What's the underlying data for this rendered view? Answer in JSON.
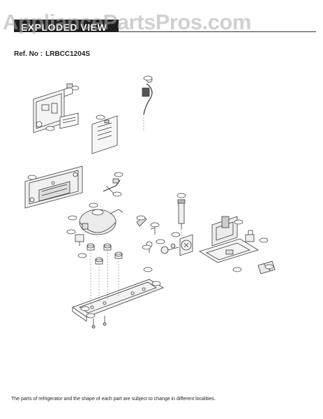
{
  "header": {
    "title": "EXPLODED VIEW",
    "watermark": "AppliancePartsPros.com"
  },
  "reference": {
    "label": "Ref. No :",
    "model": "LRBCC1204S"
  },
  "footer": {
    "note": "The parts of refrigerator and the shape of each part are subject to change in different localities."
  },
  "colors": {
    "line": "#3a3a3a",
    "accent": "#1e1e1e"
  }
}
